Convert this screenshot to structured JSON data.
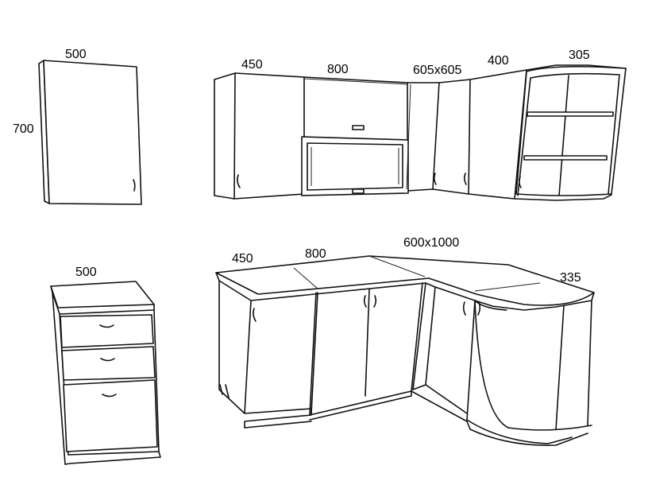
{
  "dimensions": {
    "single_wall_width": "500",
    "single_wall_height": "700",
    "upper_450": "450",
    "upper_800": "800",
    "upper_corner": "605x605",
    "upper_400": "400",
    "upper_305": "305",
    "single_base_width": "500",
    "base_450": "450",
    "base_800": "800",
    "base_corner": "600x1000",
    "base_335": "335"
  }
}
